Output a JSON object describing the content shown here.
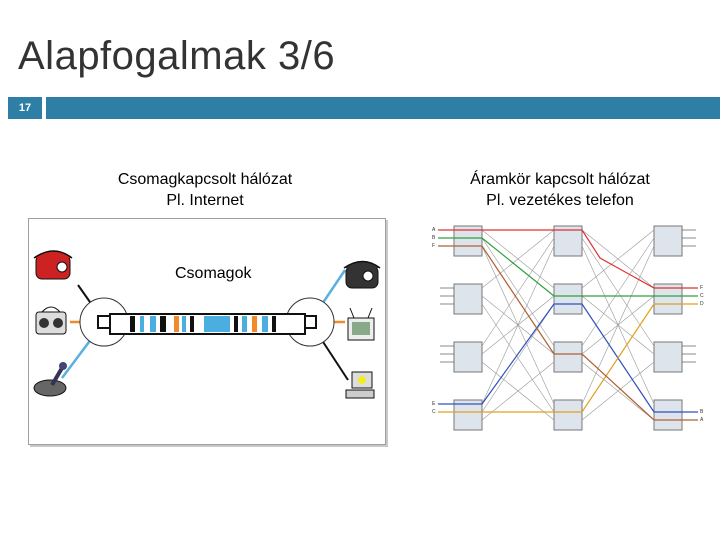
{
  "slide": {
    "title": "Alapfogalmak 3/6",
    "number": "17"
  },
  "left_caption": {
    "line1": "Csomagkapcsolt hálózat",
    "line2": "Pl. Internet"
  },
  "right_caption": {
    "line1": "Áramkör kapcsolt hálózat",
    "line2": "Pl. vezetékes telefon"
  },
  "packets_label": "Csomagok",
  "switch_labels": {
    "left": [
      "A",
      "B",
      "F",
      "E",
      "C"
    ],
    "right": [
      "F",
      "C",
      "D",
      "B",
      "A"
    ]
  },
  "colors": {
    "accent_bar": "#2e7ea6",
    "packet_blue": "#4aaee0",
    "packet_orange": "#f08a2a",
    "line_blue": "#5ab0e0",
    "line_orange": "#f08a2a",
    "line_black": "#111111"
  }
}
